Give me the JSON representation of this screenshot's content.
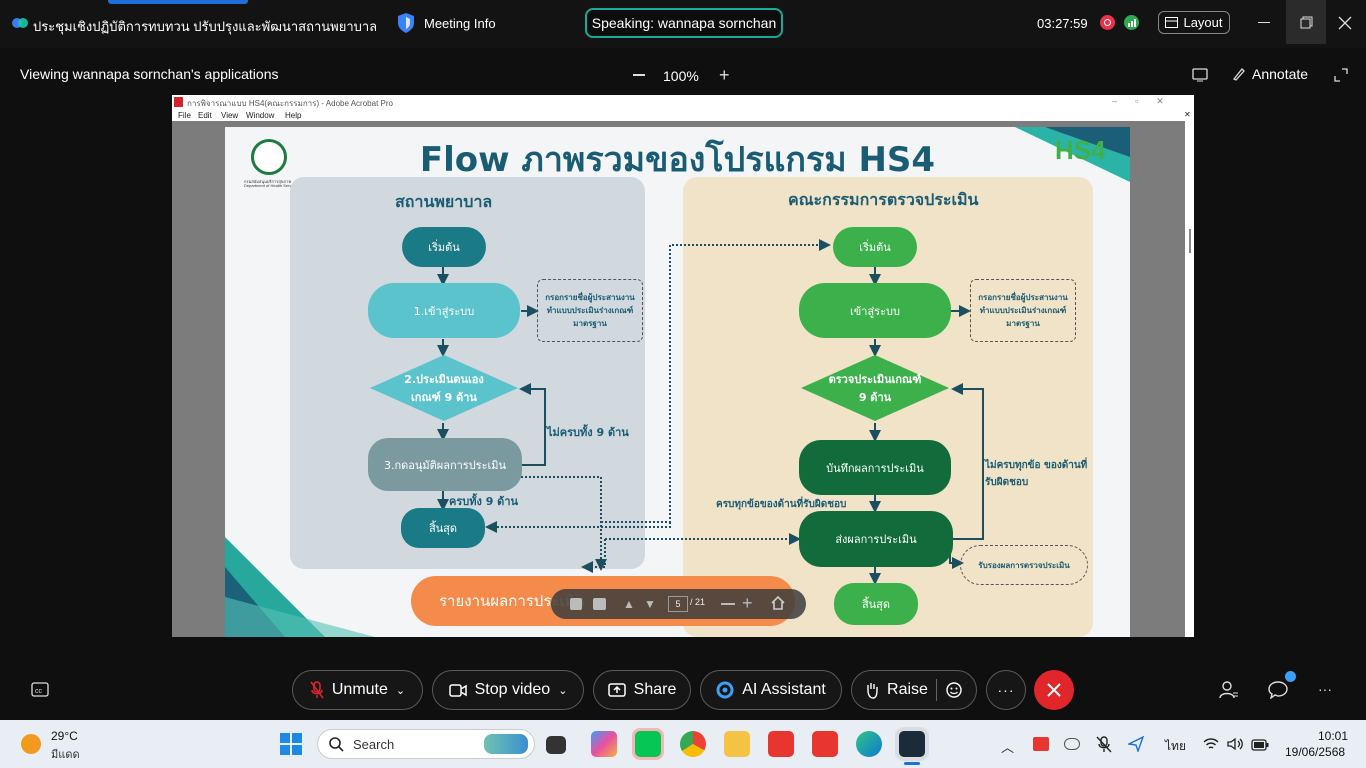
{
  "topbar": {
    "meeting_title": "ประชุมเชิงปฏิบัติการทบทวน ปรับปรุงและพัฒนาสถานพยาบาลและรว...",
    "meeting_info": "Meeting Info",
    "speaking": "Speaking: wannapa sornchan",
    "timer": "03:27:59",
    "layout_label": "Layout"
  },
  "sharebar": {
    "viewing": "Viewing wannapa sornchan's applications",
    "zoom": "100%",
    "annotate": "Annotate"
  },
  "acrobat": {
    "title": "การพิจารณาแบบ HS4(คณะกรรมการ) - Adobe Acrobat Pro",
    "menu": [
      "File",
      "Edit",
      "View",
      "Window",
      "Help"
    ],
    "page_current": "5",
    "page_total": "/ 21"
  },
  "slide": {
    "title": "Flow ภาพรวมของโปรแกรม HS4",
    "logo_line1": "กรมสนับสนุนบริการสุขภาพ",
    "logo_line2": "Department of Health Service Support",
    "hs4_logo": "HS4",
    "left": {
      "heading": "สถานพยาบาล",
      "start": "เริ่มต้น",
      "login": "1.เข้าสู่ระบบ",
      "note": "กรอกรายชื่อผู้ประสานงาน ทำแบบประเมินร่างเกณฑ์มาตรฐาน",
      "self_eval": "2.ประเมินตนเอง เกณฑ์ 9 ด้าน",
      "approve": "3.กดอนุมัติผลการประเมิน",
      "not_complete": "ไม่ครบทั้ง 9 ด้าน",
      "complete": "ครบทั้ง 9 ด้าน",
      "end": "สิ้นสุด"
    },
    "right": {
      "heading": "คณะกรรมการตรวจประเมิน",
      "start": "เริ่มต้น",
      "login": "เข้าสู่ระบบ",
      "note": "กรอกรายชื่อผู้ประสานงาน ทำแบบประเมินร่างเกณฑ์มาตรฐาน",
      "check": "ตรวจประเมินเกณฑ์ 9 ด้าน",
      "record": "บันทึกผลการประเมิน",
      "complete": "ครบทุกข้อของด้านที่รับผิดชอบ",
      "not_complete": "ไม่ครบทุกข้อ ของด้านที่รับผิดชอบ",
      "send": "ส่งผลการประเมิน",
      "certify": "รับรองผลการตรวจประเมิน",
      "end": "สิ้นสุด"
    },
    "report": "รายงานผลการประเมิน"
  },
  "controls": {
    "unmute": "Unmute",
    "stop_video": "Stop video",
    "share": "Share",
    "ai": "AI Assistant",
    "raise": "Raise"
  },
  "taskbar": {
    "weather_temp": "29°C",
    "weather_desc": "มีแดด",
    "search": "Search",
    "lang": "ไทย",
    "time": "10:01",
    "date": "19/06/2568"
  },
  "colors": {
    "teal": "#1a7a86",
    "teal_light": "#5bc3cc",
    "green": "#3cb04a",
    "dark_green": "#116b3a",
    "end_call": "#e0262b"
  }
}
